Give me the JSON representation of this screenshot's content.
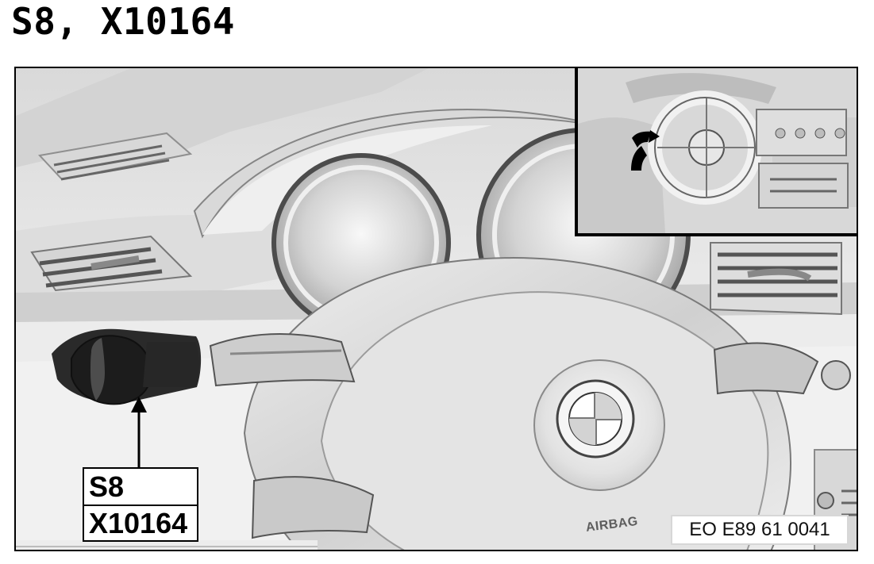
{
  "header": {
    "title": "S8, X10164"
  },
  "figure": {
    "callout": {
      "line1": "S8",
      "line2": "X10164"
    },
    "id": "EO E89 61 0041",
    "airbag_text": "AIRBAG"
  },
  "palette": {
    "background": "#ffffff",
    "illustration_light": "#f2f2f2",
    "illustration_mid": "#d0d0d0",
    "illustration_dark": "#1f1f1f",
    "border": "#000000"
  },
  "icons": {
    "switch": "light-switch-icon",
    "arrow": "callout-arrow-icon",
    "steering": "steering-wheel-icon",
    "inset": "inset-view-icon"
  }
}
